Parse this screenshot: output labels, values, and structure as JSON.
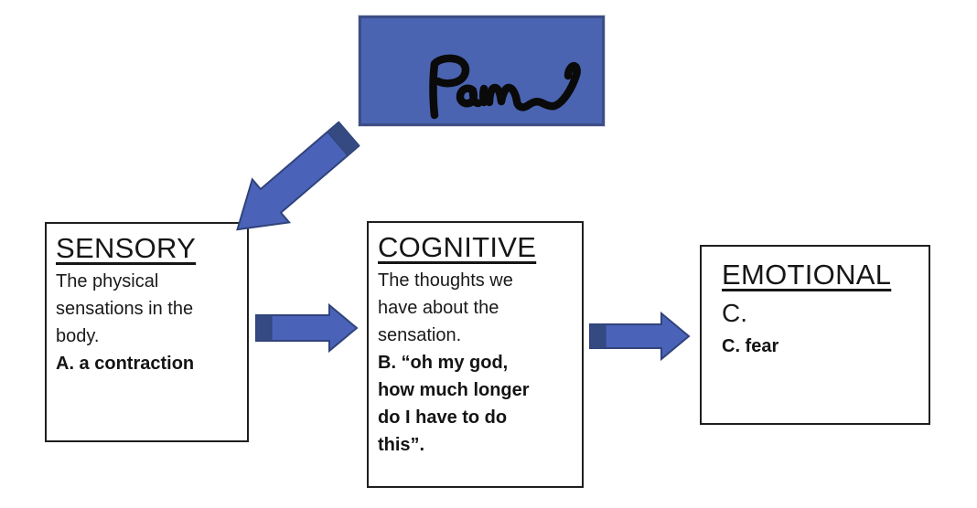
{
  "pain": {
    "label": "Pain"
  },
  "boxes": {
    "sensory": {
      "title": "SENSORY",
      "description_lines": [
        "The physical",
        "sensations in the",
        "body."
      ],
      "example_lines": [
        "A. a contraction"
      ]
    },
    "cognitive": {
      "title": "COGNITIVE",
      "description_lines": [
        "The thoughts we",
        "have about the",
        "sensation."
      ],
      "example_lines": [
        "B. “oh my god,",
        "how much longer",
        "do I have to do",
        "this”."
      ]
    },
    "emotional": {
      "title": "EMOTIONAL",
      "letter_line": "C.",
      "example_lines": [
        "C. fear"
      ]
    }
  },
  "arrows": [
    {
      "name": "arrow-pain-to-sensory",
      "direction": "down-left"
    },
    {
      "name": "arrow-sensory-to-cognitive",
      "direction": "right"
    },
    {
      "name": "arrow-cognitive-to-emotional",
      "direction": "right"
    }
  ],
  "colors": {
    "pain_box_fill": "#4a64b2",
    "pain_box_border": "#3d4d86",
    "arrow_fill": "#4a63b8",
    "arrow_outline": "#30437b",
    "arrow_bevel_cap": "#364a82",
    "node_border": "#1f1f1f",
    "ink": "#0a0a0a",
    "text": "#1a1a1a"
  }
}
